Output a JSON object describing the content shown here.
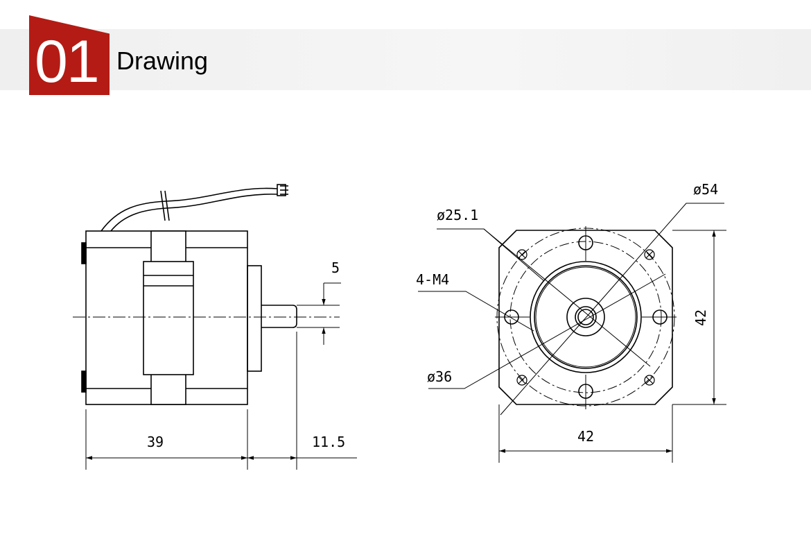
{
  "header": {
    "number": "01",
    "title": "Drawing",
    "accent_color": "#b41b14"
  },
  "side_view": {
    "dim_length": "39",
    "dim_shaft_length": "11.5",
    "dim_shaft_dia": "5"
  },
  "front_view": {
    "dia_pilot_inner": "ø25.1",
    "dia_bolt_circle": "ø54",
    "thread_holes": "4-M4",
    "dia_pilot": "ø36",
    "dim_width": "42",
    "dim_height": "42"
  }
}
